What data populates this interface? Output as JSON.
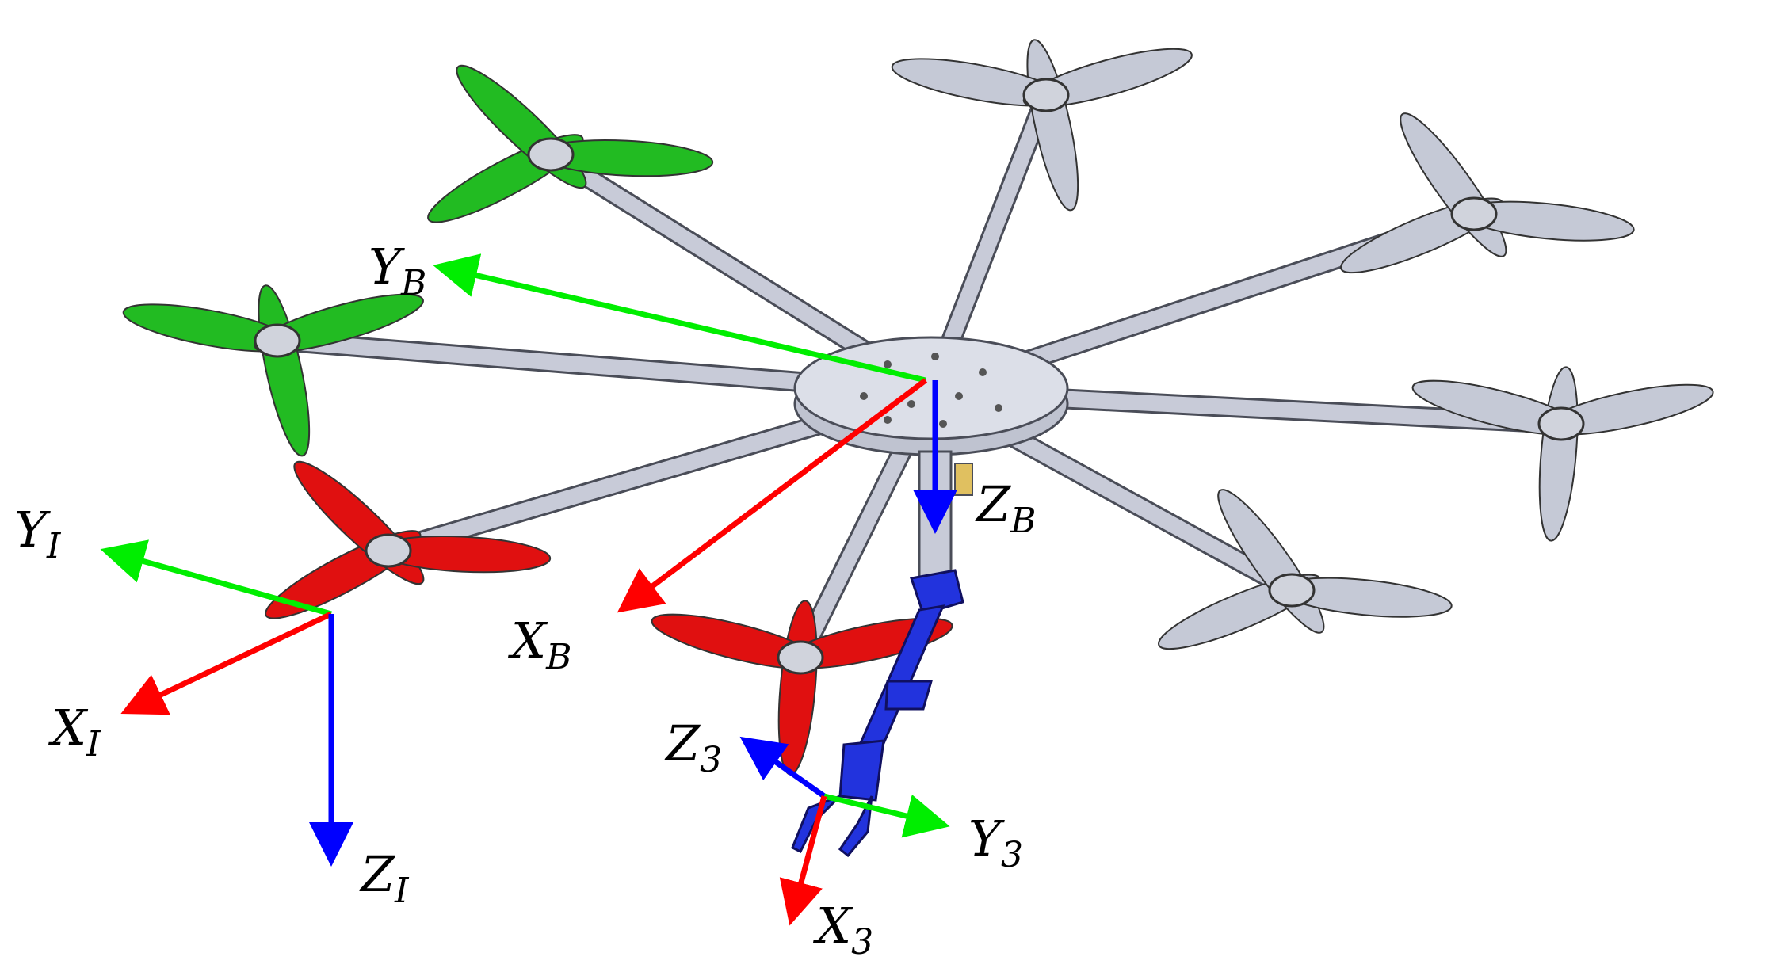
{
  "colors": {
    "x_axis": "#ff0000",
    "y_axis": "#00ee00",
    "z_axis": "#0000ff",
    "arm": "#c8cbd8",
    "arm_stroke": "#4a4d58",
    "prop_front": "#e01010",
    "prop_left": "#22bb22",
    "prop_other": "#c5c9d6",
    "manipulator": "#2233dd"
  },
  "frames": {
    "inertial": {
      "x": {
        "letter": "X",
        "sub": "I"
      },
      "y": {
        "letter": "Y",
        "sub": "I"
      },
      "z": {
        "letter": "Z",
        "sub": "I"
      }
    },
    "body": {
      "x": {
        "letter": "X",
        "sub": "B"
      },
      "y": {
        "letter": "Y",
        "sub": "B"
      },
      "z": {
        "letter": "Z",
        "sub": "B"
      }
    },
    "end_effector": {
      "x": {
        "letter": "X",
        "sub": "3"
      },
      "y": {
        "letter": "Y",
        "sub": "3"
      },
      "z": {
        "letter": "Z",
        "sub": "3"
      }
    }
  },
  "rotors": [
    {
      "id": "rotor-left-upper",
      "color_key": "prop_left"
    },
    {
      "id": "rotor-left",
      "color_key": "prop_left"
    },
    {
      "id": "rotor-front-left",
      "color_key": "prop_front"
    },
    {
      "id": "rotor-front",
      "color_key": "prop_front"
    },
    {
      "id": "rotor-back",
      "color_key": "prop_other"
    },
    {
      "id": "rotor-right-upper",
      "color_key": "prop_other"
    },
    {
      "id": "rotor-right",
      "color_key": "prop_other"
    },
    {
      "id": "rotor-right-lower",
      "color_key": "prop_other"
    }
  ]
}
